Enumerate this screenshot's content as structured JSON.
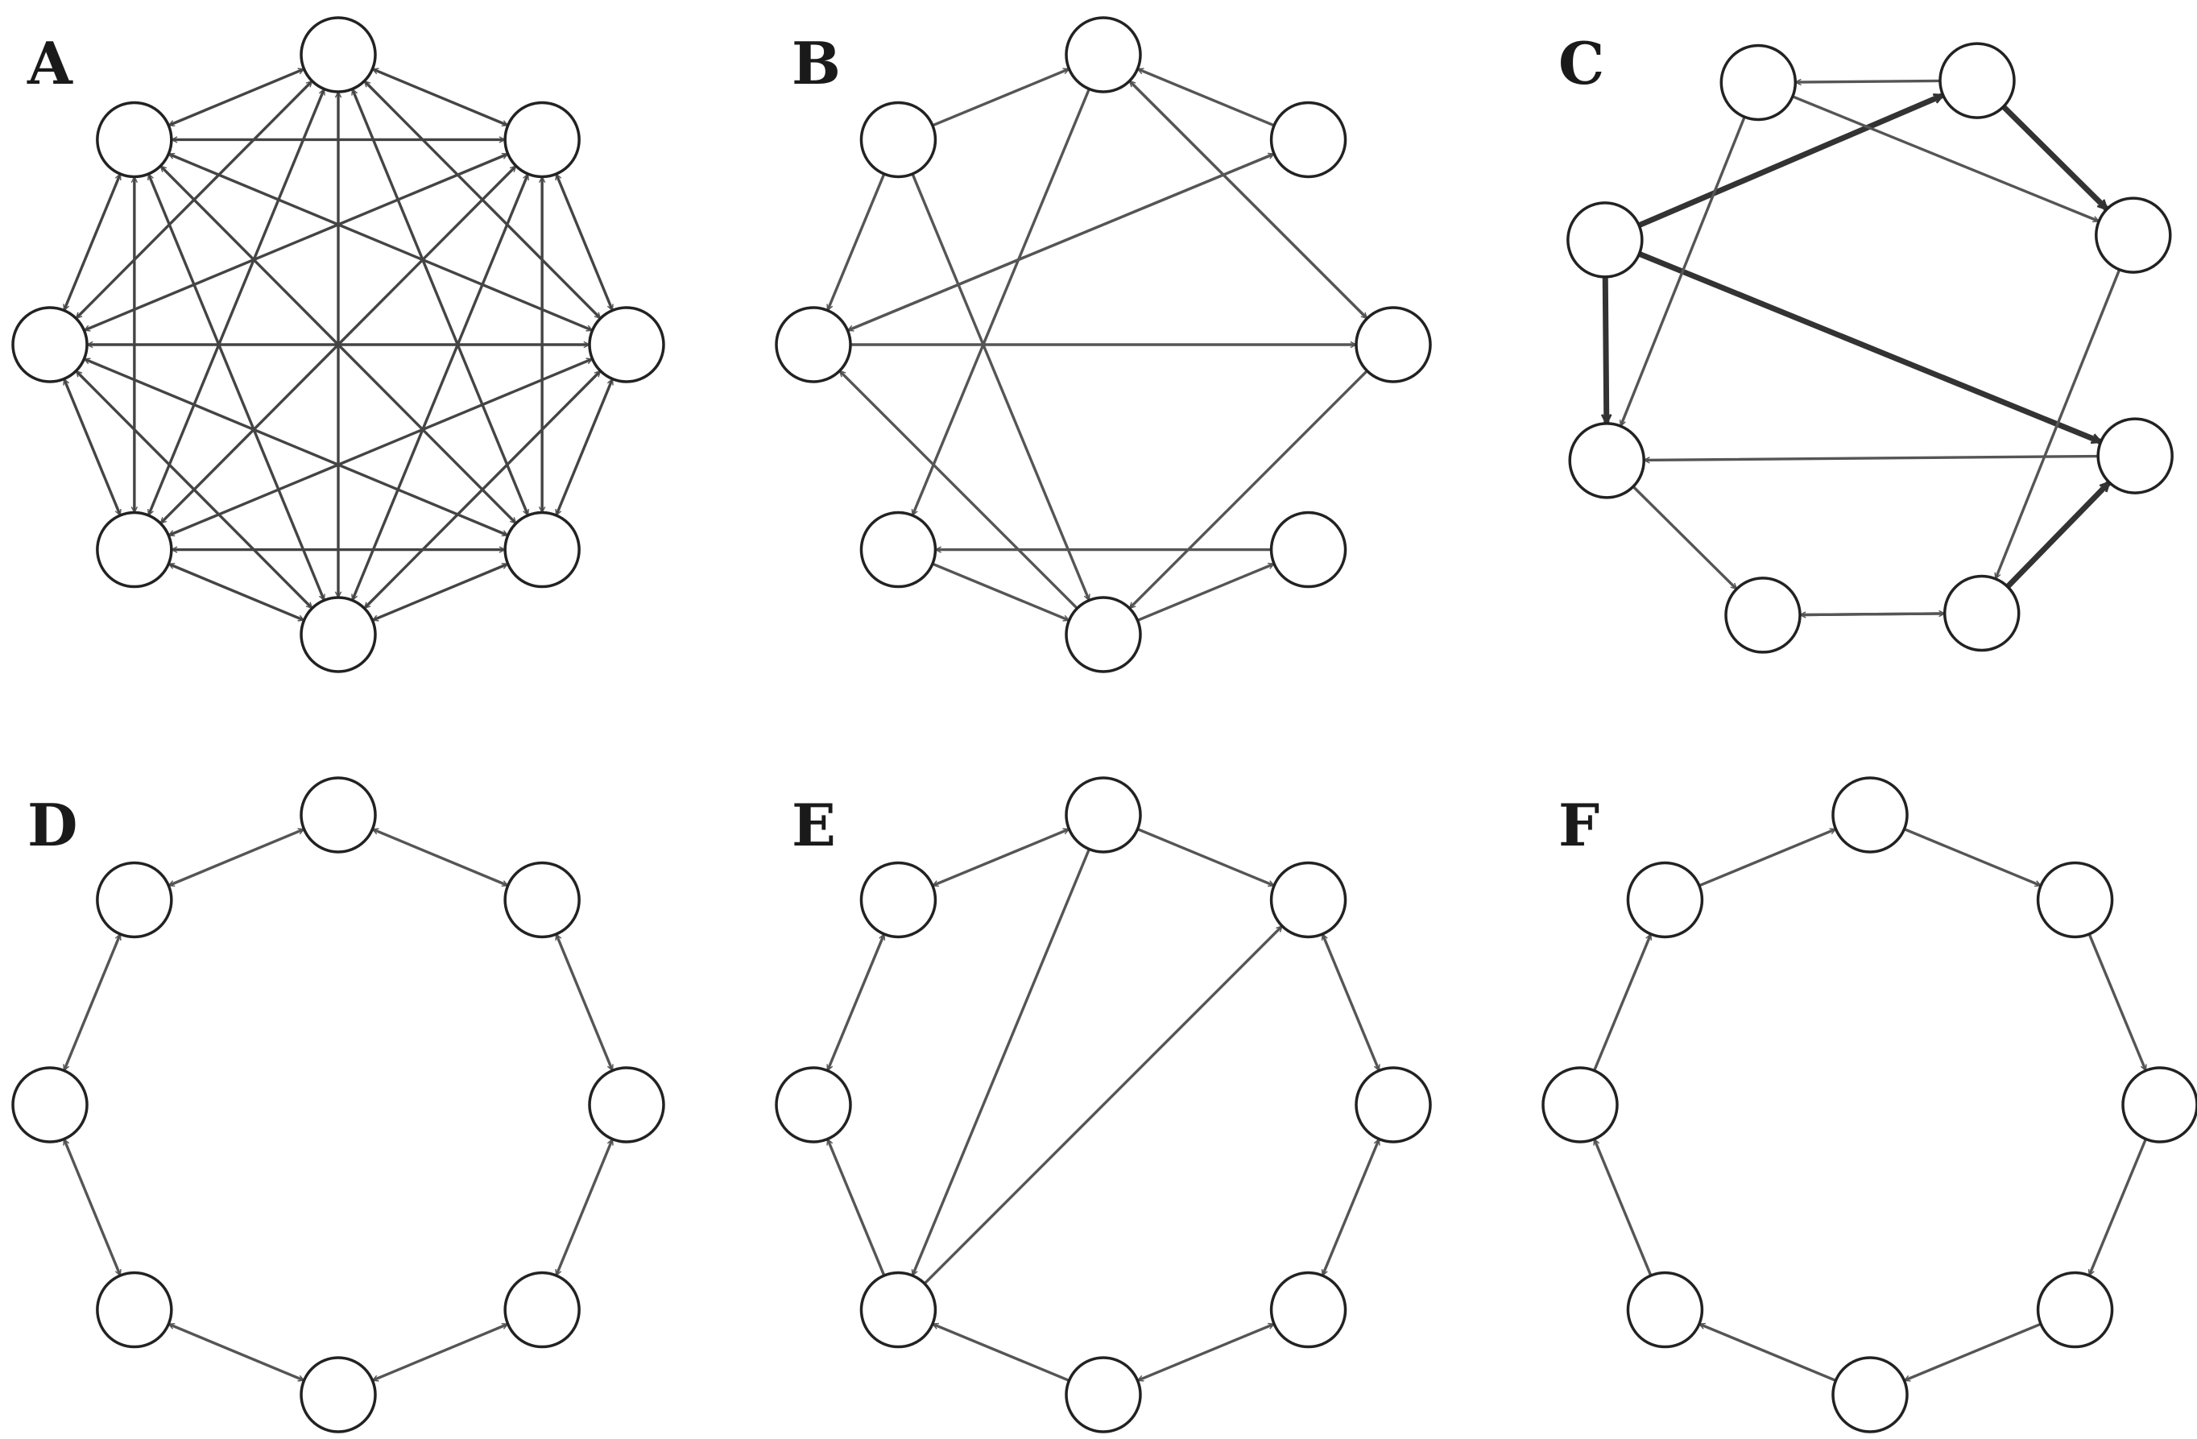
{
  "colors": {
    "edge": "#555555",
    "edge_dark": "#333333",
    "node_stroke": "#222222",
    "label": "#1a1a1a"
  },
  "panels": [
    {
      "id": "A",
      "label": "A",
      "nodes": 8,
      "edges": "complete-bidirectional"
    },
    {
      "id": "B",
      "label": "B",
      "nodes": 8,
      "edges": [
        [
          1,
          0
        ],
        [
          0,
          2
        ],
        [
          2,
          0
        ],
        [
          0,
          5
        ],
        [
          1,
          6
        ],
        [
          6,
          1
        ],
        [
          2,
          4
        ],
        [
          3,
          5
        ],
        [
          4,
          3
        ],
        [
          5,
          4
        ],
        [
          4,
          6
        ],
        [
          6,
          2
        ],
        [
          7,
          6
        ],
        [
          7,
          0
        ],
        [
          7,
          4
        ]
      ]
    },
    {
      "id": "C",
      "label": "C",
      "nodes": 8,
      "edges": [
        [
          6,
          0,
          "heavy"
        ],
        [
          0,
          1,
          "heavy"
        ],
        [
          3,
          2,
          "heavy"
        ],
        [
          6,
          2,
          "heavy"
        ],
        [
          6,
          5,
          "heavy"
        ],
        [
          5,
          4
        ],
        [
          4,
          3
        ],
        [
          1,
          3
        ],
        [
          2,
          5
        ],
        [
          7,
          5
        ],
        [
          7,
          1
        ],
        [
          3,
          4
        ],
        [
          0,
          7
        ]
      ]
    },
    {
      "id": "D",
      "label": "D",
      "nodes": 8,
      "edges": "ring-bidirectional"
    },
    {
      "id": "E",
      "label": "E",
      "nodes": 8,
      "edges": [
        [
          1,
          2,
          "bi"
        ],
        [
          2,
          3,
          "bi"
        ],
        [
          3,
          4,
          "bi"
        ],
        [
          4,
          5
        ],
        [
          5,
          6
        ],
        [
          6,
          7,
          "bi"
        ],
        [
          7,
          0,
          "bi"
        ],
        [
          0,
          1
        ],
        [
          0,
          5
        ],
        [
          5,
          1
        ]
      ]
    },
    {
      "id": "F",
      "label": "F",
      "nodes": 8,
      "edges": "ring-directed"
    }
  ]
}
